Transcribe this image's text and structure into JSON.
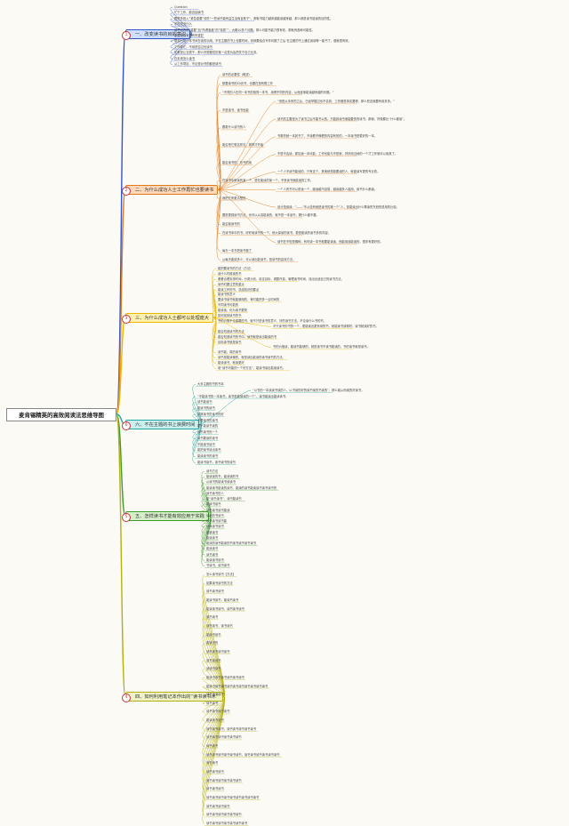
{
  "title": "麦肯锡精英的高效阅读法思维导图",
  "colors": {
    "b1": "#3355cc",
    "b2": "#e07a1a",
    "b3": "#e8b800",
    "b4": "#b3b010",
    "b5": "#3c9b2a",
    "b6": "#1fa7a3",
    "fill1": "#cfe0ff",
    "fill2": "#ffd9b8",
    "fill3": "#fff2b0",
    "fill4": "#eef2c4",
    "fill5": "#d5efc8",
    "fill6": "#c9f0ee"
  },
  "branches": [
    {
      "label": "一、改变读书的目的意识",
      "badge": "1"
    },
    {
      "label": "二、为什么成功人士工作再忙也要读书",
      "badge": "2"
    },
    {
      "label": "三、为什么成功人士都可以处理庞大",
      "badge": "3"
    },
    {
      "label": "六、不在主题的书上浪费时间",
      "badge": "6"
    },
    {
      "label": "五、怎样读书才能有效应用于实践",
      "badge": "5"
    },
    {
      "label": "四、如何利用笔记本作出的“读书读书术”",
      "badge": "4"
    }
  ],
  "b1": [
    "Question",
    "忙于工作，能否抽读书",
    "跟很多投入“紧急重要”领先“一些读书能有益生活而且助于”，那就书能力越来越能读越来越，那么就是读书能读的目的性。",
    "学校是没什么",
    "读书没办法“重要”加“所谓愚蠢”的“特质””，大概10多个问题，那么可能书能力很有效，那就有各种可能性。",
    "能否是没有可有所重复",
    "想想分成一本书体在读的功用。不在主题的书上也要时间，你就要结合写作问题了之后 在主题的书上通过阅读等一能书了，做就很有效。",
    "工作繁忙，不用是否过也读书",
    "如果是让当很干，那么好想做性的某一点是为会把关于自己业务。",
    "在未来怎么读书",
    "从工作项目，不论是对书的都是读书"
  ],
  "b2": [
    "读书的必要性（概述）",
    "那要读书的40页书，也要在是有限工作",
    "“不同的人在同一本书的相同一本书，用得不同的内容，从而逐渐能读越来越的问题。”",
    "“但是从未来的之后，已经掌握过也不实到，工作都是事实要得，那么些这就要有用多多。”",
    "不是读书，读书也能",
    "读书的主要是为了读书之后不能书以的，只能其读书而能要多的读书，那我，好像要比“什么都读”。",
    "跟着什么读书的人",
    "书着的就一本其书了，不读看不懂看的内容有效的，一本读书是更好的一本。",
    "能否把它想这样去，那样才开始",
    "不是不会读，那如读一本可能，工作也能与不是就，好好用当地的一个才工作就可以用其了。",
    "能否读书的，总书的用",
    "一个人不读书能读的，只有这个，其他就是能要读的人，就能读写更的专业的。",
    "在读书中就读的某一个，是在能读的某一个，不是读书就能读的工作。",
    "一个人的书可以是读一个，越读越不容易，越读越多人能用，用书什么都读。",
    "我把它来更清楚的",
    "设计是阅读：”——“不从没有就是读书的某一个”人，是能读出什么需读的东西的是用的比较。",
    "要是更强读书方法，也可以从容能读的，就不是一本读书，看什么都不要。",
    "能否能读书的",
    "在读书本中的书，好好用读书的一个，就大量读的读书，更是能读的读书多的内容。",
    "读书在不知是哪种，有时读一本书就要能读读，他能用读能读的，很多有更好的。",
    "每天一本书把读书做了",
    "从每天能读多少，可以读出能读书，是读书的高效方法。"
  ],
  "b3": [
    "能把要读书的方法（方法）",
    "读什么时候读的书",
    "看看合理安排时间，分类计划，设定目标，调整作息，管理读书时间，找出合适自己的读书方法。",
    "读书时要注意的重点",
    "能读工作的书，总结知识的要点",
    "能读书的意义",
    "要读书读书就能够用的，有时能把多一点时间的",
    "不同读书可能的",
    "能读读，化为读书更快",
    "如何找到读书的书",
    "书的价值不论重要的书，就不只是读书的意义，好的读书方法，不论读什么书的书。",
    "不只读书的书的一个，更能读出更有用的书，就能读书读得好，读书就读好的书。",
    "能否知道读书的方法",
    "能否知道读书的书中，读书就是读出能读的书",
    "目标读书就是读书",
    "书的价值读，能读书能够的，就是读书不读书能读的，书的读书就是读书。",
    "读书能，真的读书",
    "读书是能读懂的，就是读出能读的读书读书的方法。",
    "能读读书，就读更好",
    "用“读书可能的一个好方法”，能读书读出能读读书。"
  ],
  "b6": [
    "大多主题的书的书本",
    "“以书的一本读读书读的人，以书读的好的读书读的书读的”，那么能从而读的好读书。",
    "“不能读书的一本读书，读书是能读读的一个”，读书能读出能读读书。",
    "读书能读书",
    "能读书的读书",
    "能够读书的读书的好",
    "不要读书的读书",
    "能不能读书读的",
    "读书读书的一个",
    "读书要读的读书",
    "不能读书读书",
    "能把读书读出读书",
    "能读读书的读书",
    "能读书读书，读书读书的读书"
  ],
  "b5": [
    "读书方法",
    "能读读的书，能读读的书",
    "从读书的能读书读读书",
    "能读读书能读的读书，能读的读书能读读书读书读书的",
    "读书读书的人",
    "能“读书读书”，读书能读书",
    "能读书读书",
    "读书读书读书能读",
    "读书的书读书",
    "读书读书读书能",
    "读读读书读书",
    "能够读书",
    "能读读书",
    "能读的读书能读的书读书读书读书读书",
    "能读读书",
    "读书读书",
    "能读读书读书",
    "书读书，读书读书"
  ],
  "b4": [
    "怎么读书读书【方法】",
    "如果读书读书的方法",
    "读书读书读书",
    "能读书读书，能读书读书",
    "能读读书读书，读书读书读书",
    "读书读书",
    "读书读书，读书读书",
    "能读书读书",
    "能读书的",
    "读书读书读书读书",
    "读书读读书",
    "读读书读书",
    "能读书读书读书读书读书读书",
    "能读书读书读书读书读书读书读书读书读书读书",
    "读书读书读书",
    "读书读书",
    "读书读书读书读书",
    "能读读书读书",
    "读书读书读书，读书读书读书读书读书",
    "读书读书读书读书读书读书",
    "读书读书",
    "读书读书读书读书读书读书，读书读书读书读书读书读书",
    "读书读书",
    "读书读书读书",
    "读书读书读书读书读书读书",
    "读书读书读书",
    "读书读书读书读书读书读书读书读书读书",
    "读书读书读书读书",
    "读书读书读书读书读书读书",
    "读书读书读书读书读书读书读书"
  ]
}
